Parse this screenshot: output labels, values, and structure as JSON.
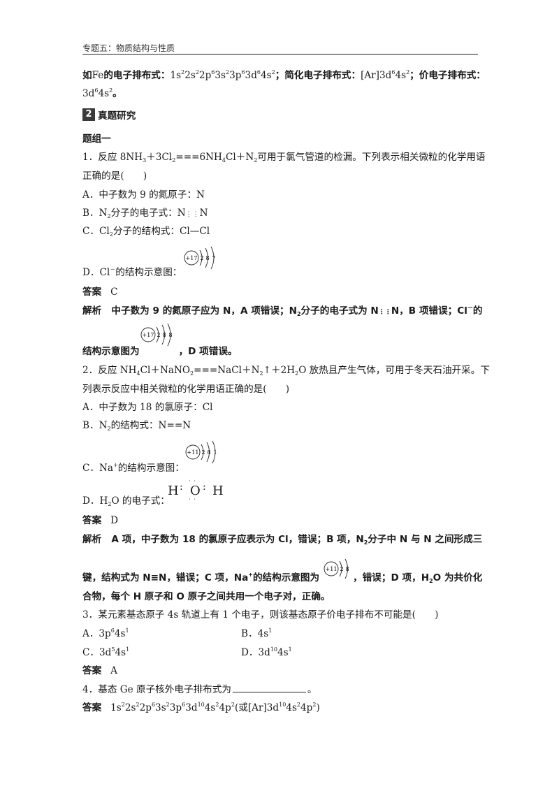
{
  "header": {
    "title": "专题五：物质结构与性质"
  },
  "intro": {
    "l1_pre": "如",
    "l1_fe": "Fe",
    "l1_label1": "的电子排布式：",
    "l1_label2": "；简化电子排布式：",
    "l1_label3": "；价电子排布式：",
    "l2_end": "。"
  },
  "section": {
    "number": "2",
    "title": "真题研究"
  },
  "group": {
    "title": "题组一"
  },
  "q1": {
    "stem_a": "1．反应 8NH",
    "stem_b": "＋3Cl",
    "stem_c": "===6NH",
    "stem_d": "Cl＋N",
    "stem_e": "可用于氯气管道的检漏。下列表示相关微粒的化学用语",
    "stem_line2": "正确的是(　　)",
    "optA": "A．中子数为 9 的氮原子：N",
    "optB_a": "B．N",
    "optB_b": "分子的电子式：N",
    "optB_c": "N",
    "optC_a": "C．Cl",
    "optC_b": "分子的结构式：Cl—Cl",
    "optD": "D．Cl",
    "optD_b": "的结构示意图：",
    "answer_label": "答案",
    "answer": "C",
    "analysis_label": "解析",
    "analysis_l1_a": "中子数为 9 的氮原子应为 N，A 项错误；N",
    "analysis_l1_b": "分子的电子式为 N",
    "analysis_l1_c": "N，B 项错误；Cl",
    "analysis_l1_d": "的",
    "analysis_l2_a": "结构示意图为",
    "analysis_l2_b": "，D 项错误。",
    "atom_d": {
      "nucleus": "+17",
      "shells": [
        "2",
        "8",
        "7"
      ]
    },
    "atom_ans": {
      "nucleus": "+17",
      "shells": [
        "2",
        "8",
        "8"
      ]
    }
  },
  "q2": {
    "stem_a": "2．反应 NH",
    "stem_b": "Cl＋NaNO",
    "stem_c": "===NaCl＋N",
    "stem_d": "↑＋2H",
    "stem_e": "O 放热且产生气体，可用于冬天石油开采。下",
    "stem_line2": "列表示反应中相关微粒的化学用语正确的是(　　)",
    "optA": "A．中子数为 18 的氯原子：Cl",
    "optB_a": "B．N",
    "optB_b": "的结构式：N==N",
    "optC_a": "C．Na",
    "optC_b": "的结构示意图：",
    "optD_a": "D．H",
    "optD_b": "O 的电子式：",
    "h2o": {
      "h1": "H",
      "o": "O",
      "h2": "H"
    },
    "answer_label": "答案",
    "answer": "D",
    "analysis_label": "解析",
    "analysis_l1_a": "A 项，中子数为 18 的氯原子应表示为 Cl，错误；B 项，N",
    "analysis_l1_b": "分子中 N 与 N 之间形成三",
    "analysis_l2_a": "键，结构式为 N≡N，错误；C 项，Na",
    "analysis_l2_b": "的结构示意图为",
    "analysis_l2_c": "，错误；D 项，H",
    "analysis_l2_d": "O 为共价化",
    "analysis_l3": "合物，每个 H 原子和 O 原子之间共用一个电子对，正确。",
    "atom_c": {
      "nucleus": "+11",
      "shells": [
        "2",
        "8",
        "1"
      ]
    },
    "atom_ans": {
      "nucleus": "+11",
      "shells": [
        "2",
        "8"
      ]
    }
  },
  "q3": {
    "stem": "3．某元素基态原子 4s 轨道上有 1 个电子，则该基态原子价电子排布不可能是(　　)",
    "optA": "A．3p",
    "optB": "B．4s",
    "optC": "C．3d",
    "optD": "D．3d",
    "answer_label": "答案",
    "answer": "A"
  },
  "q4": {
    "stem_a": "4．基态 Ge 原子核外电子排布式为",
    "stem_b": "。",
    "answer_label": "答案"
  }
}
